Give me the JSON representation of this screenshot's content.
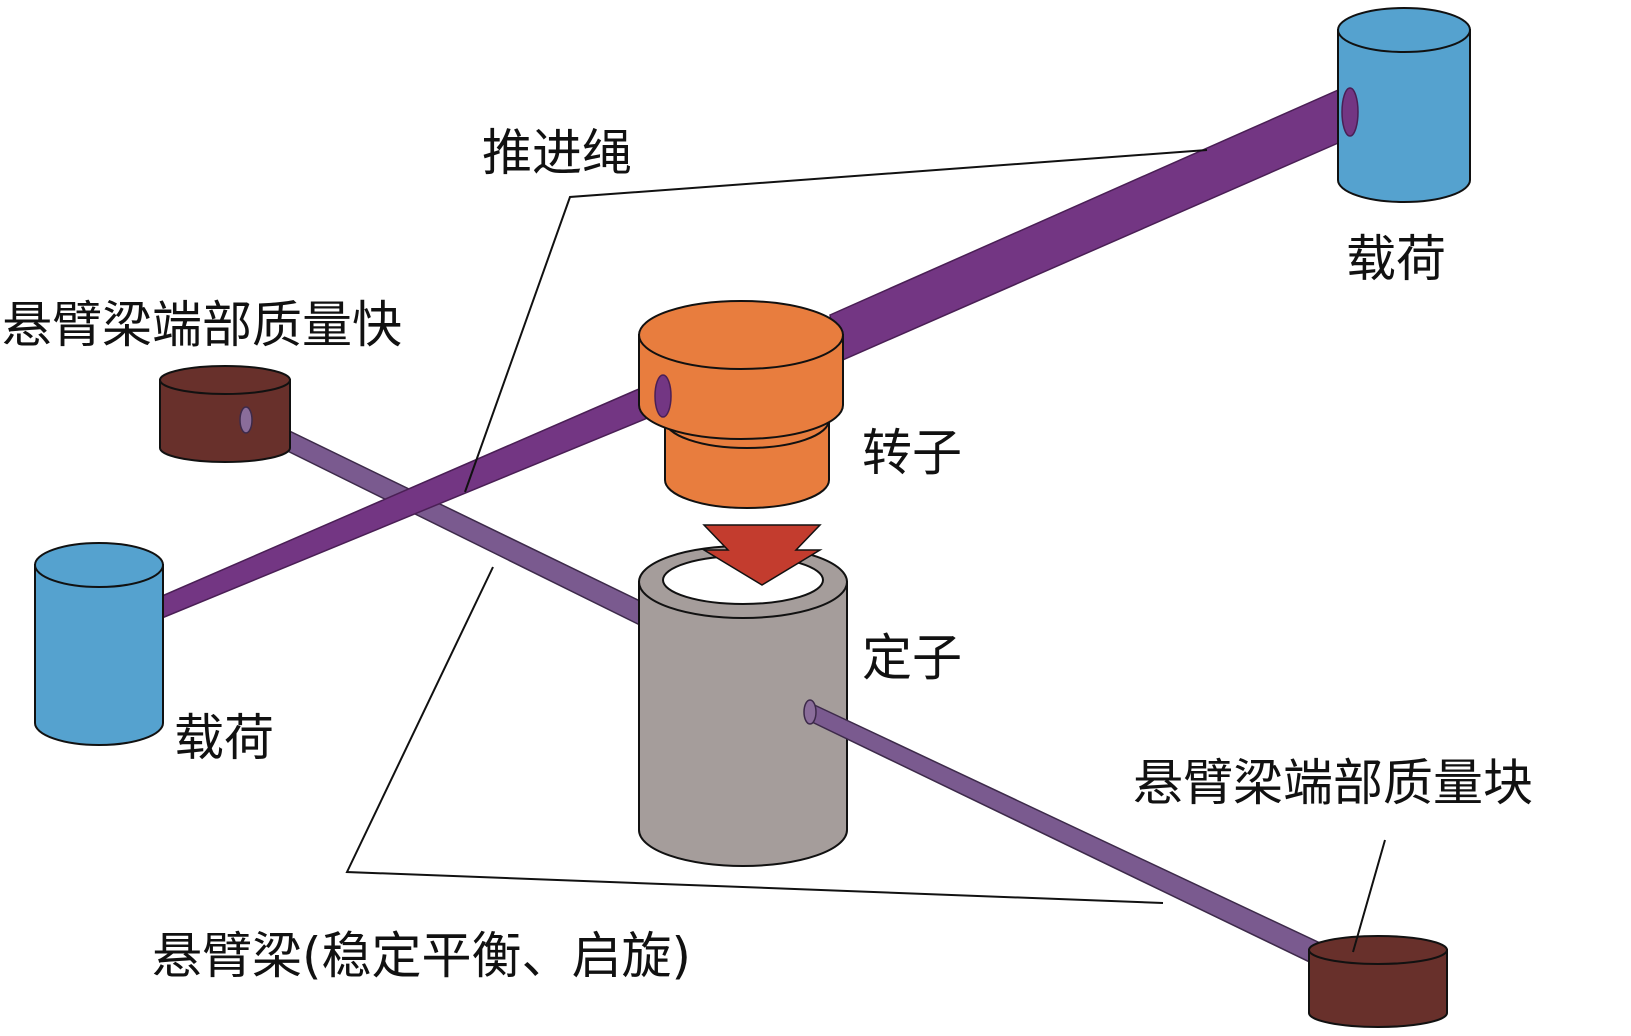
{
  "labels": {
    "push_rope": "推进绳",
    "payload_right": "载荷",
    "payload_left": "载荷",
    "mass_block_left": "悬臂梁端部质量快",
    "mass_block_right": "悬臂梁端部质量块",
    "rotor": "转子",
    "stator": "定子",
    "cantilever": "悬臂梁(稳定平衡、启旋)"
  },
  "colors": {
    "tether": "#733683",
    "cantilever_beam": "#7a5a8f",
    "payload": "#55a2cf",
    "mass_block": "#68302b",
    "rotor": "#e87d3e",
    "stator": "#a59d9b",
    "arrow": "#c33c2e"
  },
  "icons": {
    "arrow": "down-arrow-icon"
  }
}
